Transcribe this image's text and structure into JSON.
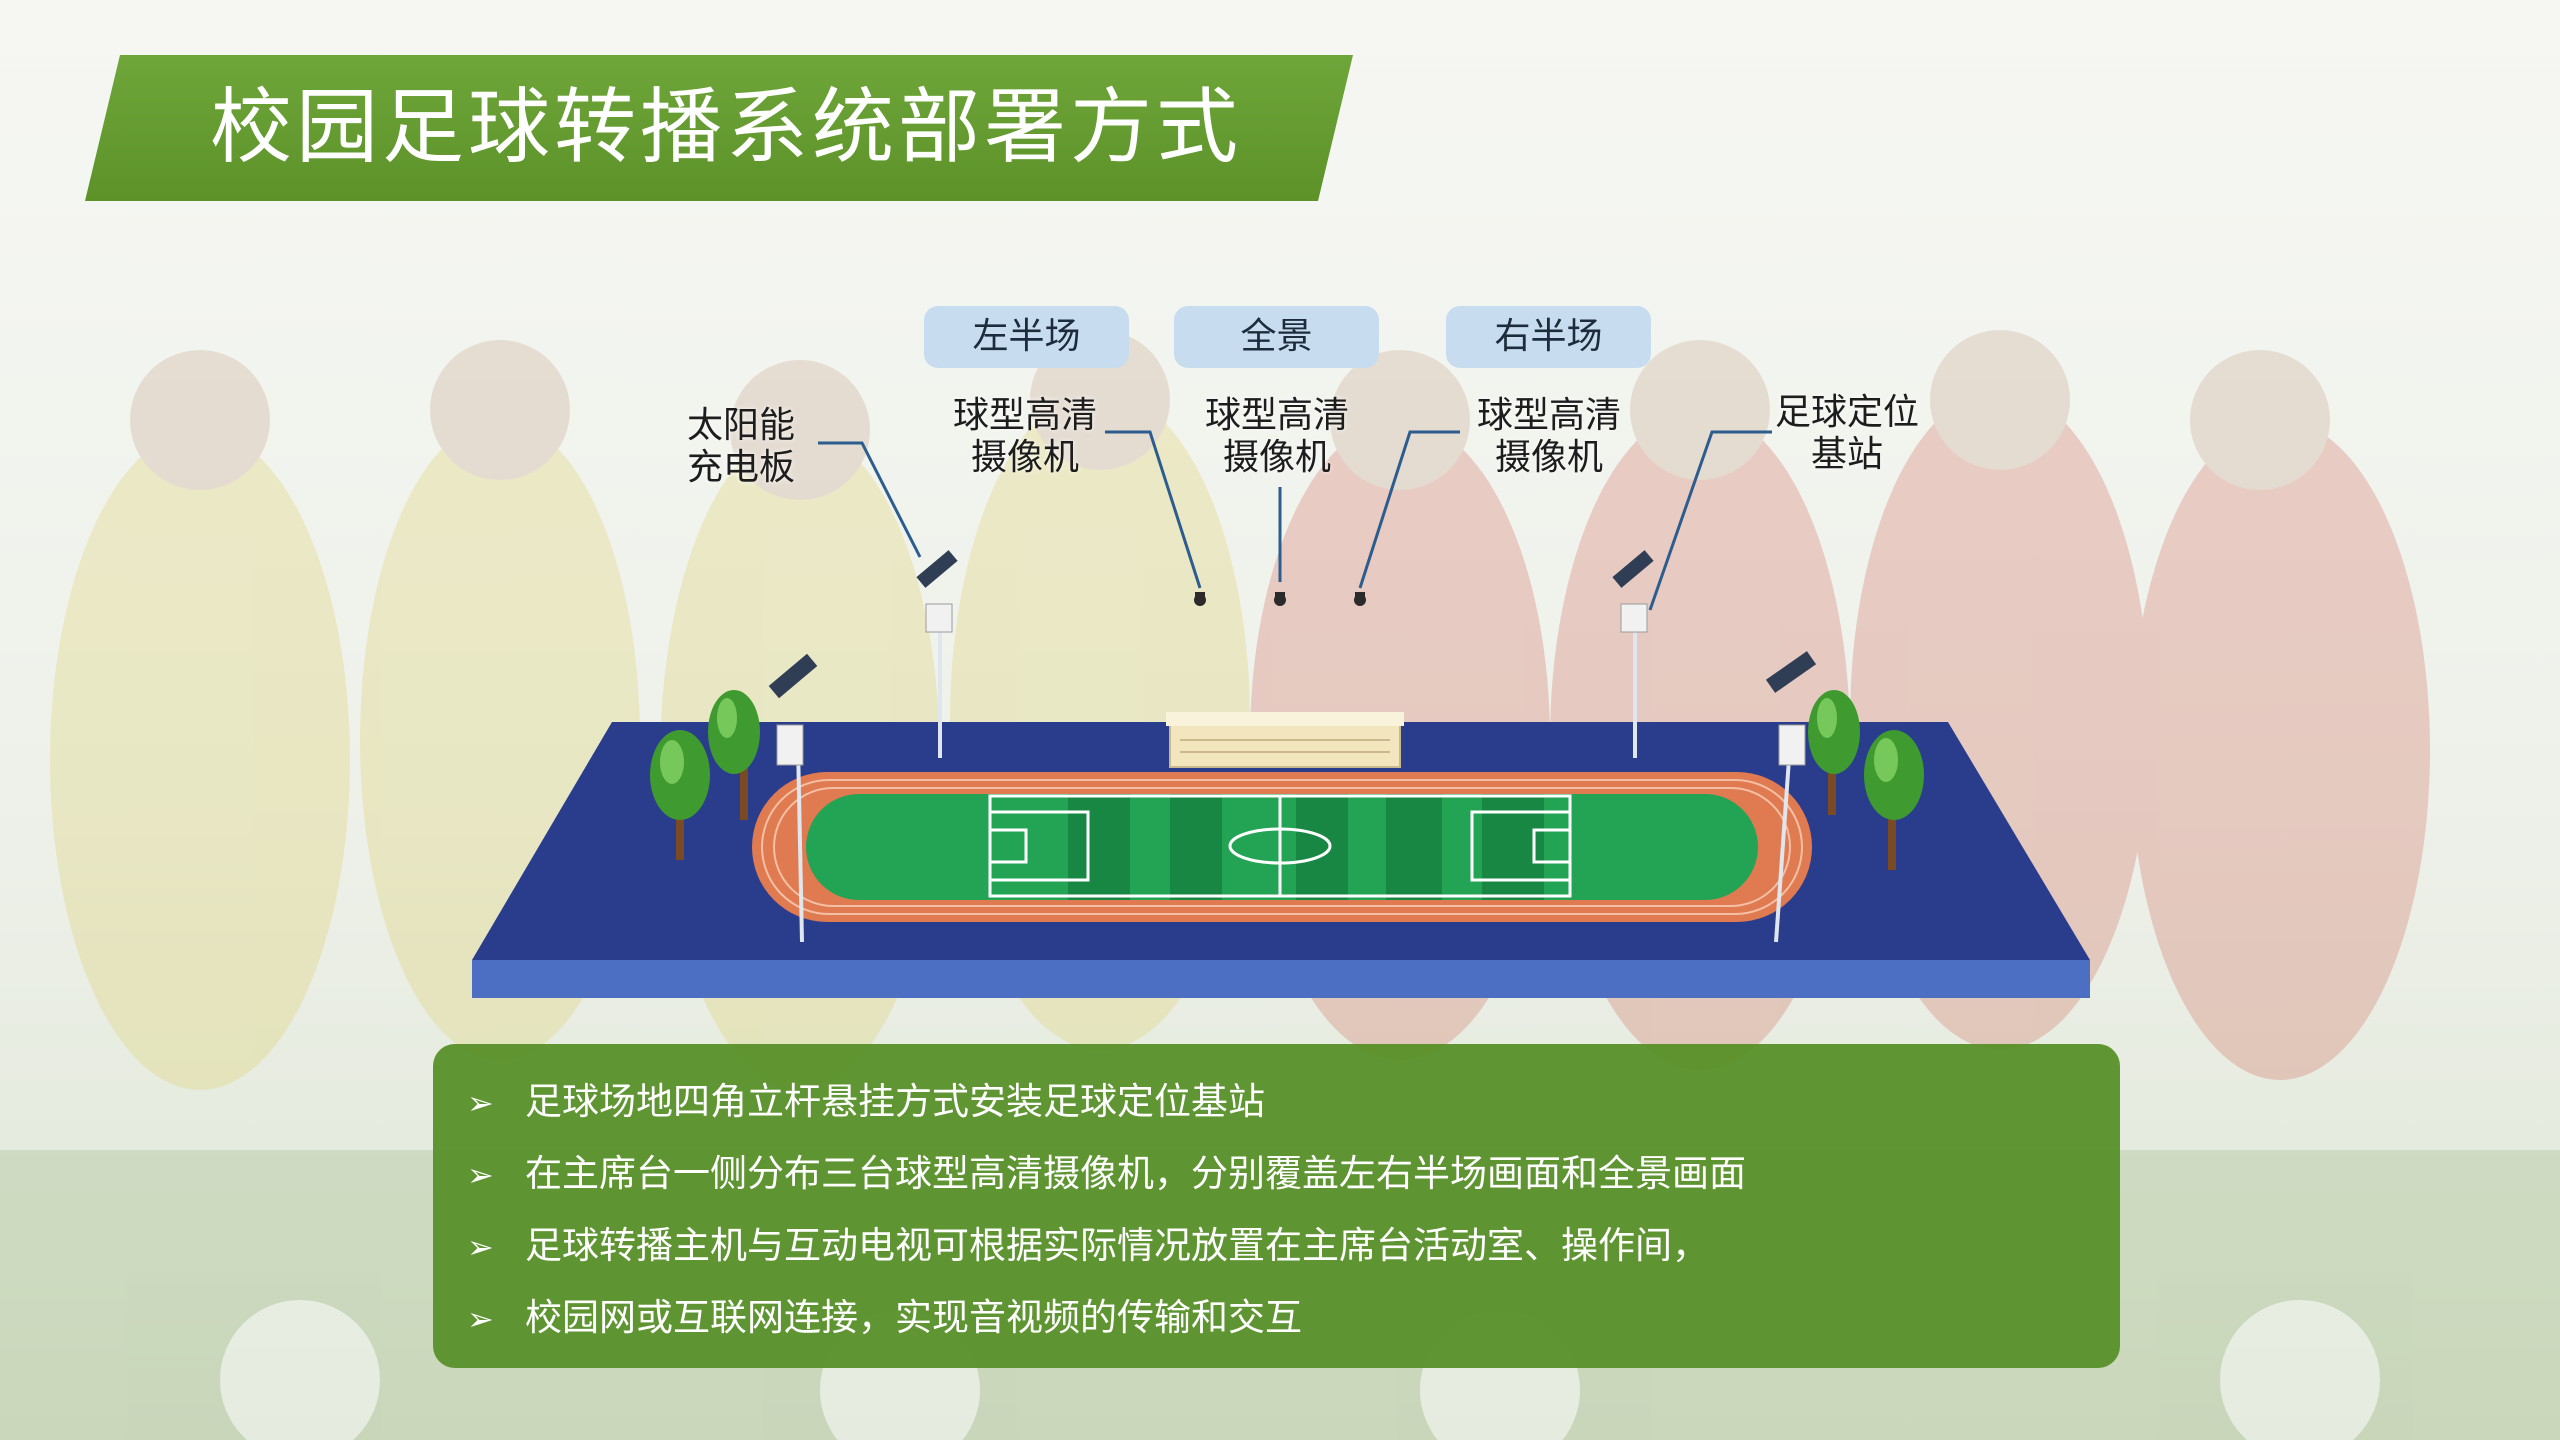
{
  "title": "校园足球转播系统部署方式",
  "cameras": [
    {
      "area": "左半场",
      "device": "球型高清\n摄像机"
    },
    {
      "area": "全景",
      "device": "球型高清\n摄像机"
    },
    {
      "area": "右半场",
      "device": "球型高清\n摄像机"
    }
  ],
  "callouts": {
    "solar_panel": "太阳能\n充电板",
    "base_station": "足球定位\n基站"
  },
  "bullets": [
    "足球场地四角立杆悬挂方式安装足球定位基站",
    "在主席台一侧分布三台球型高清摄像机，分别覆盖左右半场画面和全景画面",
    "足球转播主机与互动电视可根据实际情况放置在主席台活动室、操作间，",
    "校园网或互联网连接，实现音视频的传输和交互"
  ],
  "bullet_icon": "arrowhead-icon",
  "colors": {
    "title_bg": "#5f962b",
    "info_bg": "#5a912b",
    "tag_bg": "#c7dcef",
    "ground": "#2a3d8c",
    "track": "#e07a50",
    "field": "#22a454"
  }
}
